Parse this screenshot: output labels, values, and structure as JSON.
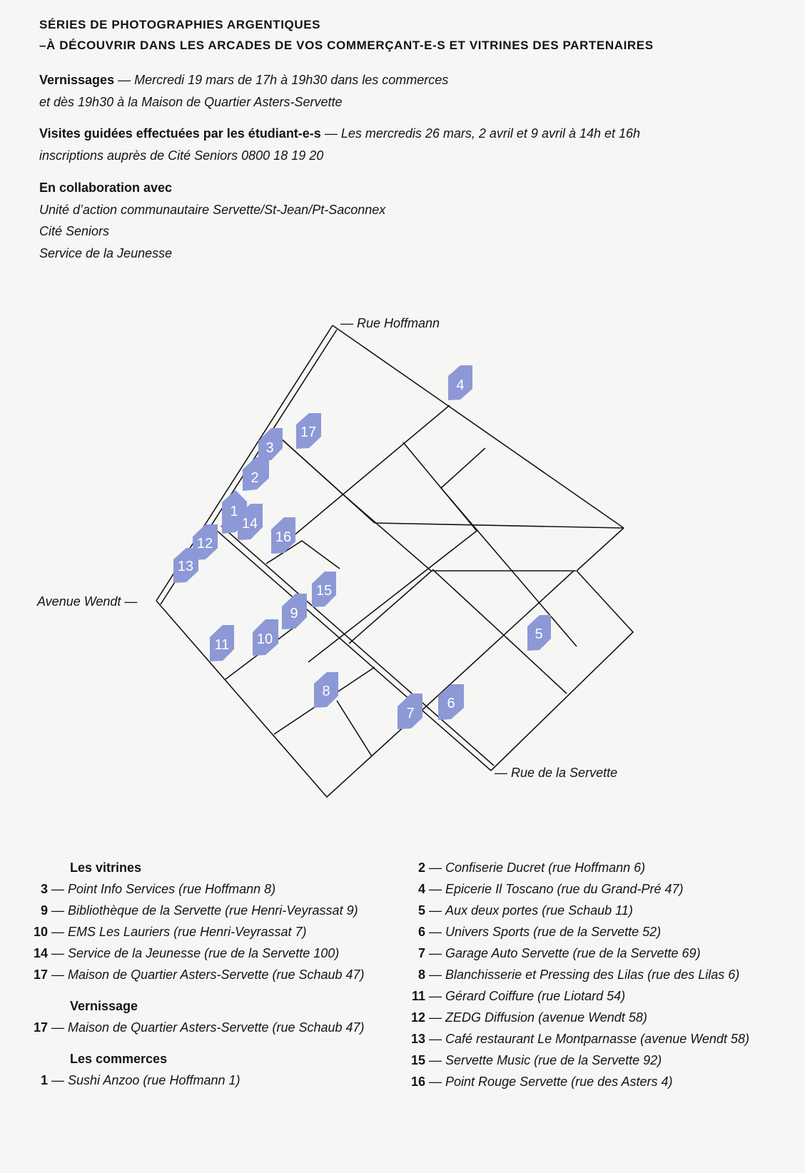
{
  "header": {
    "line1": "SÉRIES DE PHOTOGRAPHIES ARGENTIQUES",
    "line2": "–À DÉCOUVRIR DANS LES ARCADES DE VOS COMMERÇANT-E-S ET VITRINES DES PARTENAIRES"
  },
  "vernissages": {
    "label": "Vernissages",
    "dash": " — ",
    "line1": "Mercredi 19 mars de 17h à 19h30 dans les commerces",
    "line2": "et dès 19h30 à la Maison de Quartier Asters-Servette"
  },
  "visites": {
    "label": "Visites guidées effectuées par les étudiant-e-s",
    "dash": " — ",
    "line1": "Les mercredis 26 mars, 2 avril et 9 avril à 14h et 16h",
    "line2": "inscriptions auprès de Cité Seniors 0800 18 19 20"
  },
  "collaboration": {
    "title": "En collaboration avec",
    "partners": [
      "Unité d’action communautaire Servette/St-Jean/Pt-Saconnex",
      "Cité Seniors",
      "Service de la Jeunesse"
    ]
  },
  "map": {
    "marker_color": "#8d98d6",
    "street_labels": {
      "hoffmann": "— Rue Hoffmann",
      "wendt": "Avenue Wendt —",
      "servette": "— Rue de la Servette"
    },
    "markers": [
      "1",
      "2",
      "3",
      "4",
      "5",
      "6",
      "7",
      "8",
      "9",
      "10",
      "11",
      "12",
      "13",
      "14",
      "15",
      "16",
      "17"
    ]
  },
  "legend": {
    "dash": "—",
    "vitrines_title": "Les vitrines",
    "vitrines": [
      {
        "n": "3",
        "text": "Point Info Services (rue Hoffmann 8)"
      },
      {
        "n": "9",
        "text": "Bibliothèque de la Servette (rue Henri-Veyrassat 9)"
      },
      {
        "n": "10",
        "text": "EMS Les Lauriers (rue Henri-Veyrassat 7)"
      },
      {
        "n": "14",
        "text": "Service de la Jeunesse (rue de la Servette 100)"
      },
      {
        "n": "17",
        "text": "Maison de Quartier Asters-Servette (rue Schaub 47)"
      }
    ],
    "vernissage_title": "Vernissage",
    "vernissage": [
      {
        "n": "17",
        "text": "Maison de Quartier Asters-Servette (rue Schaub 47)"
      }
    ],
    "commerces_title": "Les commerces",
    "commerces_left": [
      {
        "n": "1",
        "text": "Sushi Anzoo (rue Hoffmann 1)"
      }
    ],
    "commerces_right": [
      {
        "n": "2",
        "text": "Confiserie Ducret (rue Hoffmann 6)"
      },
      {
        "n": "4",
        "text": "Epicerie Il Toscano (rue du Grand-Pré 47)"
      },
      {
        "n": "5",
        "text": "Aux deux portes (rue Schaub 11)"
      },
      {
        "n": "6",
        "text": "Univers Sports (rue de la Servette 52)"
      },
      {
        "n": "7",
        "text": "Garage Auto Servette (rue de la Servette 69)"
      },
      {
        "n": "8",
        "text": "Blanchisserie et Pressing des Lilas (rue des Lilas 6)"
      },
      {
        "n": "11",
        "text": "Gérard Coiffure (rue Liotard 54)"
      },
      {
        "n": "12",
        "text": "ZEDG Diffusion (avenue Wendt 58)"
      },
      {
        "n": "13",
        "text": "Café restaurant Le Montparnasse (avenue Wendt 58)"
      },
      {
        "n": "15",
        "text": "Servette Music (rue de la Servette 92)"
      },
      {
        "n": "16",
        "text": "Point Rouge Servette (rue des Asters 4)"
      }
    ]
  }
}
